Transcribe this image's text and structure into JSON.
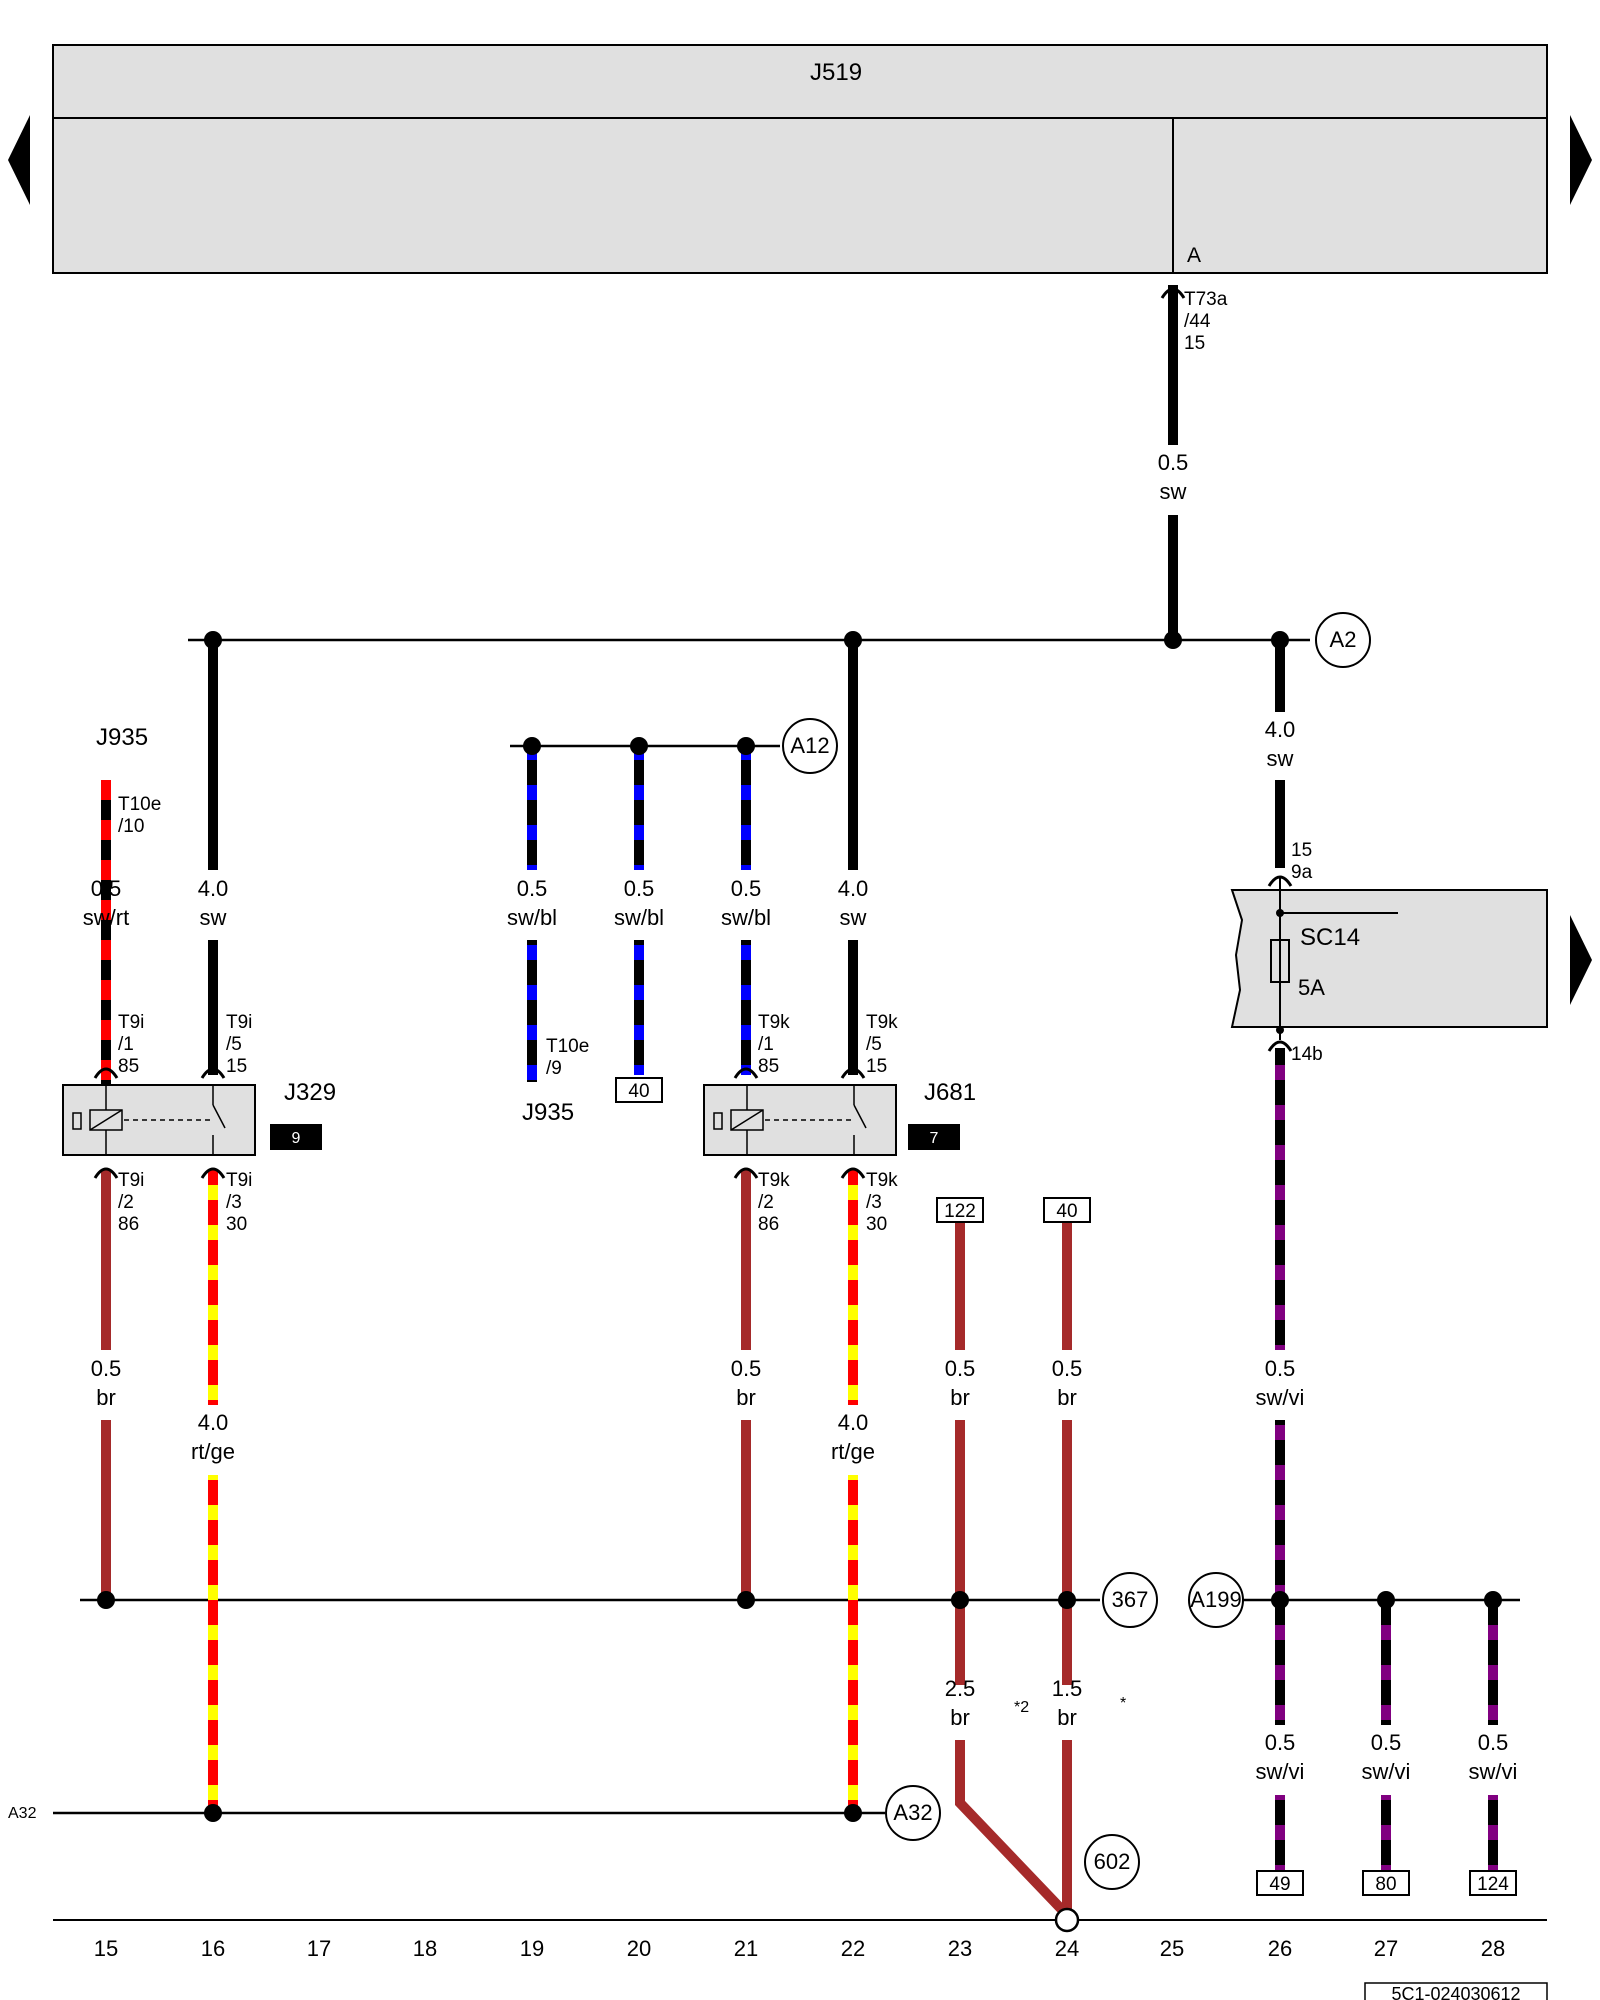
{
  "header": {
    "module": "J519",
    "pin_A": "A",
    "pin_conn": "T73a\n/44\n15"
  },
  "wires": {
    "w_top_gauge": "0.5",
    "w_top_color": "sw",
    "w26_gauge": "4.0",
    "w26_color": "sw",
    "w15_gauge": "0.5",
    "w15_color": "sw/rt",
    "w16_gauge": "4.0",
    "w16_color": "sw",
    "w19_gauge": "0.5",
    "w19_color": "sw/bl",
    "w20_gauge": "0.5",
    "w20_color": "sw/bl",
    "w21_gauge": "0.5",
    "w21_color": "sw/bl",
    "w22_gauge": "4.0",
    "w22_color": "sw",
    "w15b_gauge": "0.5",
    "w15b_color": "br",
    "w16b_gauge": "4.0",
    "w16b_color": "rt/ge",
    "w21b_gauge": "0.5",
    "w21b_color": "br",
    "w22b_gauge": "4.0",
    "w22b_color": "rt/ge",
    "w23_gauge": "0.5",
    "w23_color": "br",
    "w24_gauge": "0.5",
    "w24_color": "br",
    "w26b_gauge": "0.5",
    "w26b_color": "sw/vi",
    "w23c_gauge": "2.5",
    "w23c_color": "br",
    "w24c_gauge": "1.5",
    "w24c_color": "br",
    "w26c_gauge": "0.5",
    "w26c_color": "sw/vi",
    "w27c_gauge": "0.5",
    "w27c_color": "sw/vi",
    "w28c_gauge": "0.5",
    "w28c_color": "sw/vi"
  },
  "notes": {
    "n23": "*2",
    "n24": "*"
  },
  "nodes": {
    "A2": "A2",
    "A12": "A12",
    "n367": "367",
    "A199": "A199",
    "A32": "A32",
    "n602": "602",
    "A32_left": "A32"
  },
  "components": {
    "J935_top": "J935",
    "J935_mid": "J935",
    "J329": "J329",
    "J329_slot": "9",
    "J681": "J681",
    "J681_slot": "7",
    "SC14": "SC14",
    "SC14_rating": "5A"
  },
  "pins": {
    "T10e_10": "T10e\n/10",
    "T10e_9": "T10e\n/9",
    "T9i_1": "T9i\n/1\n85",
    "T9i_5": "T9i\n/5\n15",
    "T9i_2": "T9i\n/2\n86",
    "T9i_3": "T9i\n/3\n30",
    "T9k_1": "T9k\n/1\n85",
    "T9k_5": "T9k\n/5\n15",
    "T9k_2": "T9k\n/2\n86",
    "T9k_3": "T9k\n/3\n30",
    "SC_in": "15\n9a",
    "SC_out": "14b"
  },
  "refs": {
    "r40a": "40",
    "r122": "122",
    "r40b": "40",
    "r49": "49",
    "r80": "80",
    "r124": "124"
  },
  "columns": [
    "15",
    "16",
    "17",
    "18",
    "19",
    "20",
    "21",
    "22",
    "23",
    "24",
    "25",
    "26",
    "27",
    "28"
  ],
  "footer": {
    "code": "5C1-024030612"
  },
  "colors": {
    "sw": "#000000",
    "rt": "#ff0000",
    "bl": "#0000ff",
    "br": "#a52a2a",
    "ge": "#ffff00",
    "vi": "#800080",
    "panel": "#e0e0e0"
  }
}
